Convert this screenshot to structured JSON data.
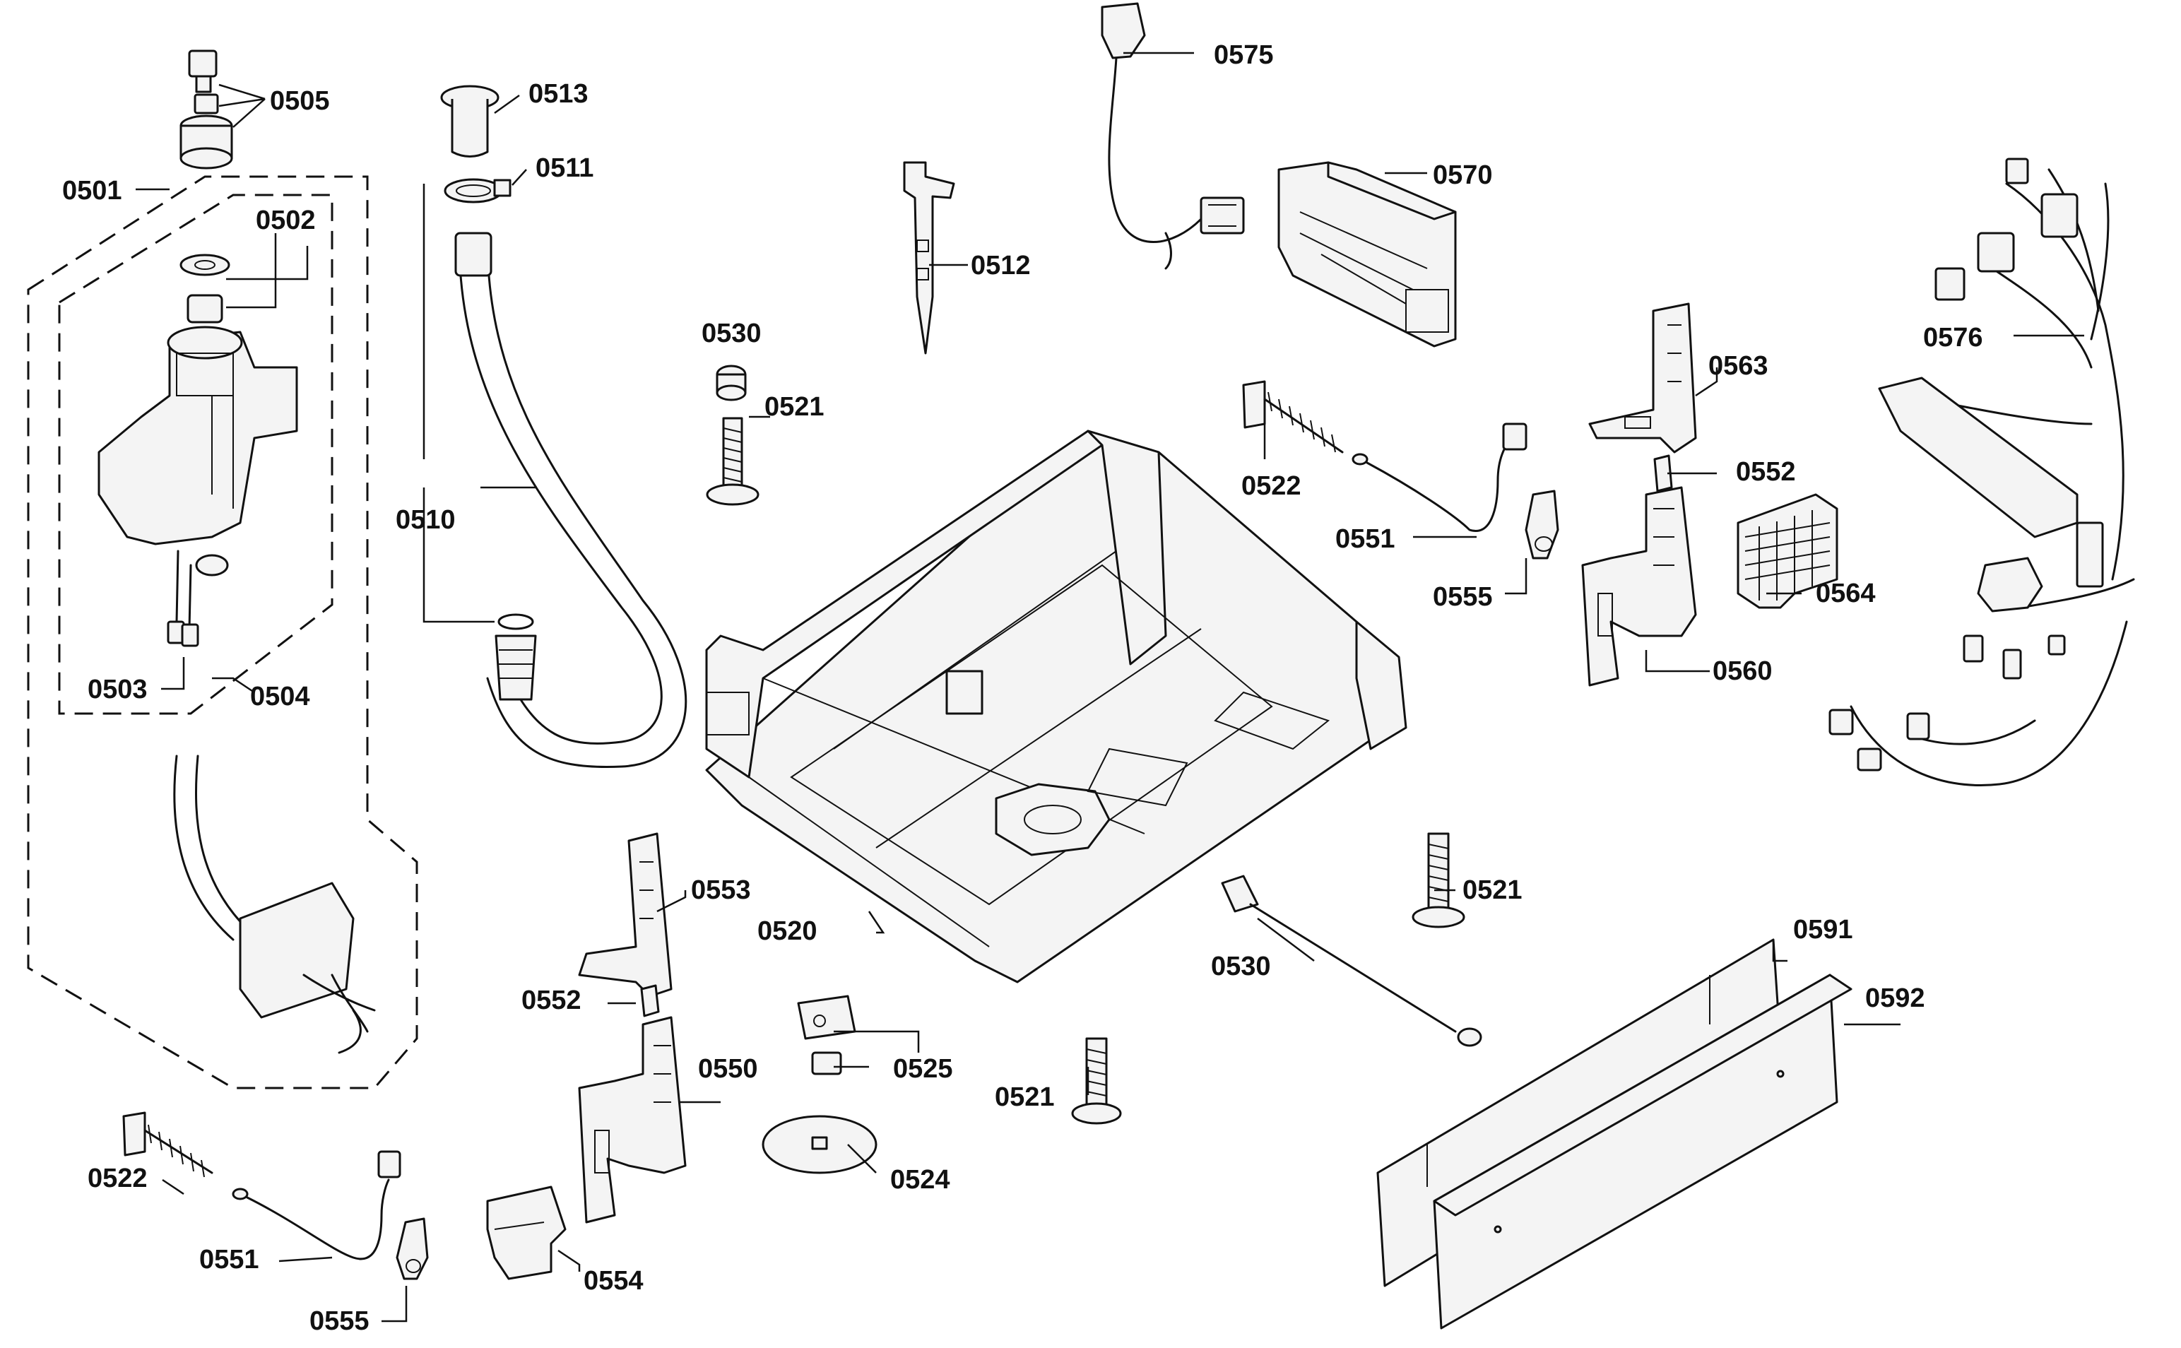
{
  "diagram": {
    "callouts": {
      "c0501": "0501",
      "c0502": "0502",
      "c0503": "0503",
      "c0504": "0504",
      "c0505": "0505",
      "c0510": "0510",
      "c0511": "0511",
      "c0512": "0512",
      "c0513": "0513",
      "c0520": "0520",
      "c0521a": "0521",
      "c0521b": "0521",
      "c0521c": "0521",
      "c0522a": "0522",
      "c0522b": "0522",
      "c0524": "0524",
      "c0525": "0525",
      "c0530a": "0530",
      "c0530b": "0530",
      "c0550": "0550",
      "c0551a": "0551",
      "c0551b": "0551",
      "c0552a": "0552",
      "c0552b": "0552",
      "c0553": "0553",
      "c0554": "0554",
      "c0555a": "0555",
      "c0555b": "0555",
      "c0560": "0560",
      "c0563": "0563",
      "c0564": "0564",
      "c0570": "0570",
      "c0575": "0575",
      "c0576": "0576",
      "c0591": "0591",
      "c0592": "0592"
    }
  }
}
